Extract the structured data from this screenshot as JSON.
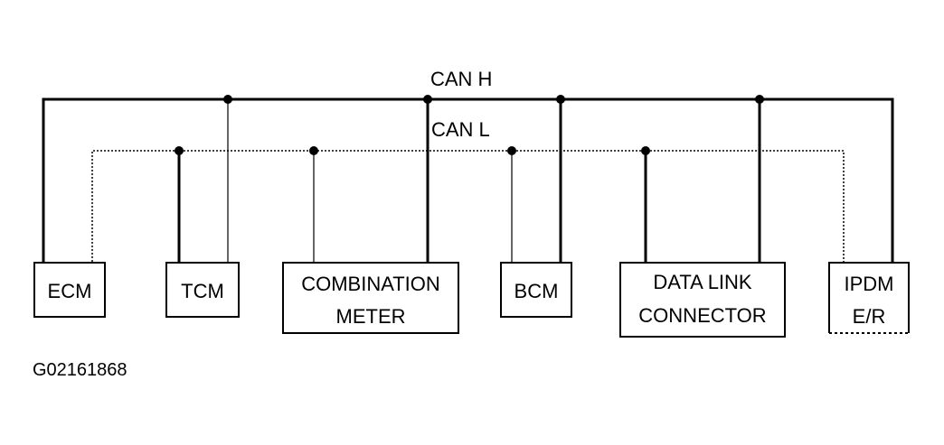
{
  "bus": {
    "can_h_label": "CAN H",
    "can_l_label": "CAN L"
  },
  "modules": {
    "ecm": {
      "lines": [
        "ECM"
      ]
    },
    "tcm": {
      "lines": [
        "TCM"
      ]
    },
    "combination_meter": {
      "lines": [
        "COMBINATION",
        "METER"
      ]
    },
    "bcm": {
      "lines": [
        "BCM"
      ]
    },
    "data_link_connector": {
      "lines": [
        "DATA LINK",
        "CONNECTOR"
      ]
    },
    "ipdm_er": {
      "lines": [
        "IPDM",
        "E/R"
      ]
    }
  },
  "figure_code": "G02161868"
}
